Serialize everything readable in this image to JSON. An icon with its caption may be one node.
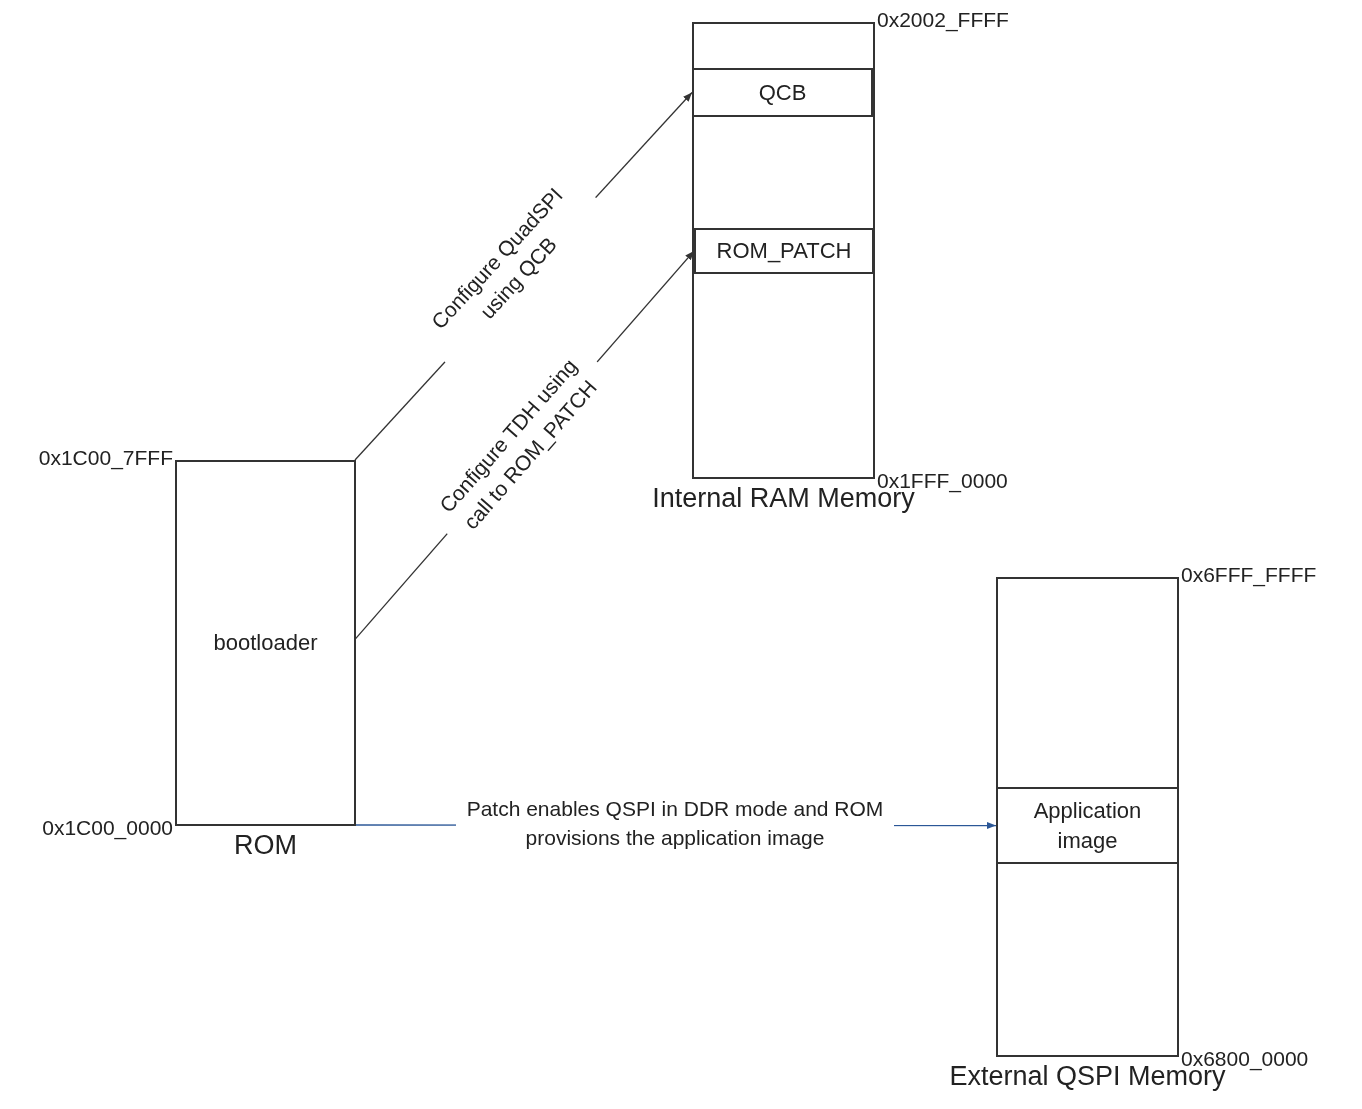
{
  "diagram": {
    "nodes": [
      {
        "text": [
          "Internal RAM Memory"
        ],
        "beside": [
          "0x2002_FFFF",
          "0x1FFF_0000"
        ]
      },
      {
        "text": [
          "QCB"
        ],
        "in": 0
      },
      {
        "text": [
          "ROM_PATCH"
        ],
        "in": 0
      },
      {
        "text": [
          "bootloader",
          "ROM"
        ],
        "beside": [
          "0x1C00_7FFF",
          "0x1C00_0000"
        ]
      },
      {
        "text": [
          "External QSPI Memory"
        ],
        "beside": [
          "0x6FFF_FFFF",
          "0x6800_0000"
        ]
      },
      {
        "text": [
          "Application image"
        ],
        "in": 4
      }
    ],
    "edges": [
      {
        "from": 3,
        "to": 1,
        "arrow": "to",
        "label": "Configure QuadSPI using QCB"
      },
      {
        "from": 3,
        "to": 2,
        "arrow": "to",
        "label": "Configure TDH using call to ROM_PATCH"
      },
      {
        "from": 3,
        "to": 5,
        "arrow": "to",
        "label": "Patch enables QSPI in DDR mode and ROM provisions the application image",
        "color": "#2b5797"
      }
    ]
  }
}
